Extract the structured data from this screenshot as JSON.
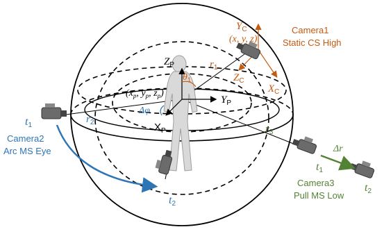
{
  "cameras": {
    "camera1": {
      "name": "Camera1",
      "desc": "Static CS High",
      "coord": "(x, y, z)"
    },
    "camera2": {
      "name": "Camera2",
      "desc": "Arc MS Eye"
    },
    "camera3": {
      "name": "Camera3",
      "desc": "Pull MS Low"
    }
  },
  "person_axes": {
    "zp": "Z",
    "zp_sub": "P",
    "yp": "Y",
    "yp_sub": "P",
    "xp": "X",
    "xp_sub": "P",
    "origin": "(x",
    "origin2": "p",
    "origin3": ", y",
    "origin4": "p",
    "origin5": ", z",
    "origin6": "p",
    "origin7": ")"
  },
  "camera_axes": {
    "yc": "Y",
    "yc_sub": "C",
    "zc": "Z",
    "zc_sub": "C",
    "xc": "X",
    "xc_sub": "C"
  },
  "labels": {
    "theta": "θ",
    "theta_sub": "1",
    "r1": "r",
    "r1_sub": "1",
    "r2": "r",
    "r2_sub": "2",
    "r3": "r",
    "r3_sub": "3",
    "delta_phi": "Δφ",
    "delta_r": "Δr",
    "t1_cam2": "t",
    "t1_cam2_sub": "1",
    "t2_cam2": "t",
    "t2_cam2_sub": "2",
    "t1_cam3": "t",
    "t1_cam3_sub": "1",
    "t2_cam3": "t",
    "t2_cam3_sub": "2"
  },
  "colors": {
    "orange": "#c55a11",
    "blue": "#2e75b6",
    "green": "#548235",
    "black": "#000000"
  }
}
